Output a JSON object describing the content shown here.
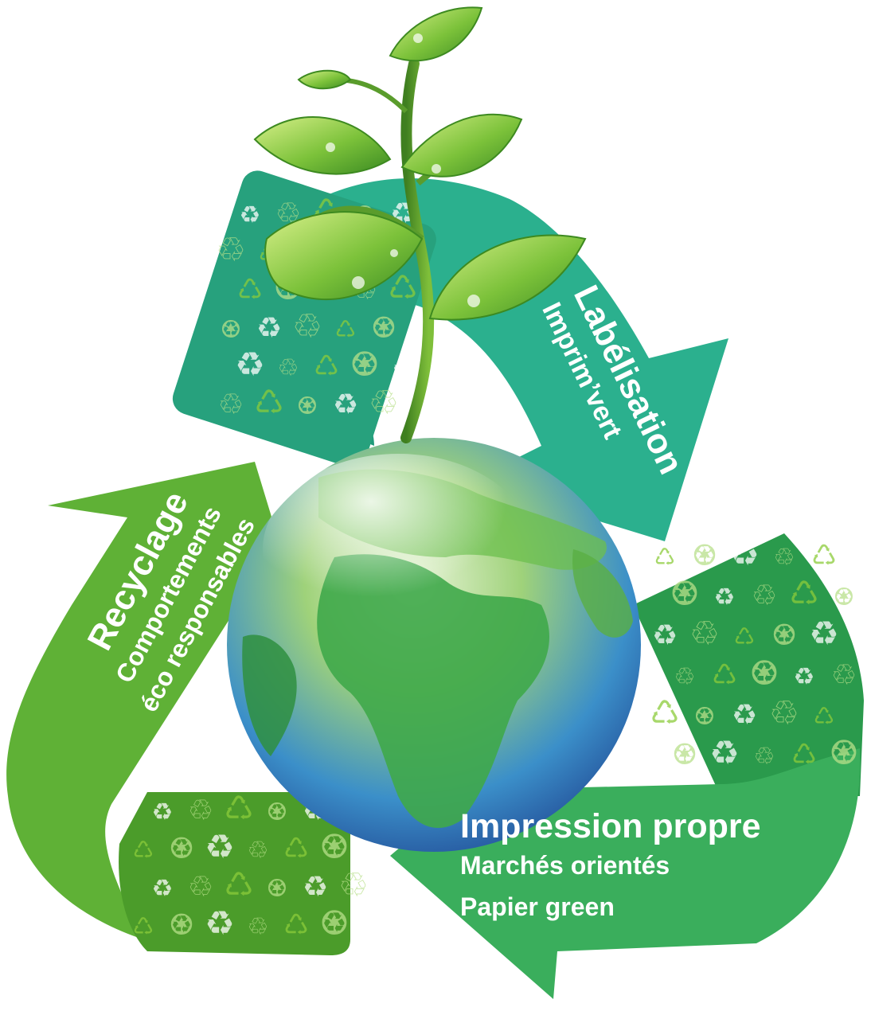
{
  "arrows": [
    {
      "id": "labelisation",
      "title": "Labélisation",
      "lines": [
        "Imprim’vert"
      ],
      "color": "#2bb08e"
    },
    {
      "id": "impression",
      "title": "Impression propre",
      "lines": [
        "Marchés orientés",
        "Papier green"
      ],
      "color": "#3aae5c"
    },
    {
      "id": "recyclage",
      "title": "Recyclage",
      "lines": [
        "Comportements",
        "éco responsables"
      ],
      "color": "#5fb136"
    }
  ],
  "colors": {
    "teal": "#2bb08e",
    "teal_dark": "#1f9a7a",
    "green": "#3aae5c",
    "green_dark": "#2a9a4c",
    "lime": "#5fb136",
    "lime_dark": "#4b9c2a",
    "ocean": "#2a5fb0",
    "land": "#3fa84a",
    "leaf": "#8ccc3a"
  },
  "icons": [
    "recycle-icon",
    "leaf-icon",
    "globe-icon",
    "plant-icon"
  ]
}
